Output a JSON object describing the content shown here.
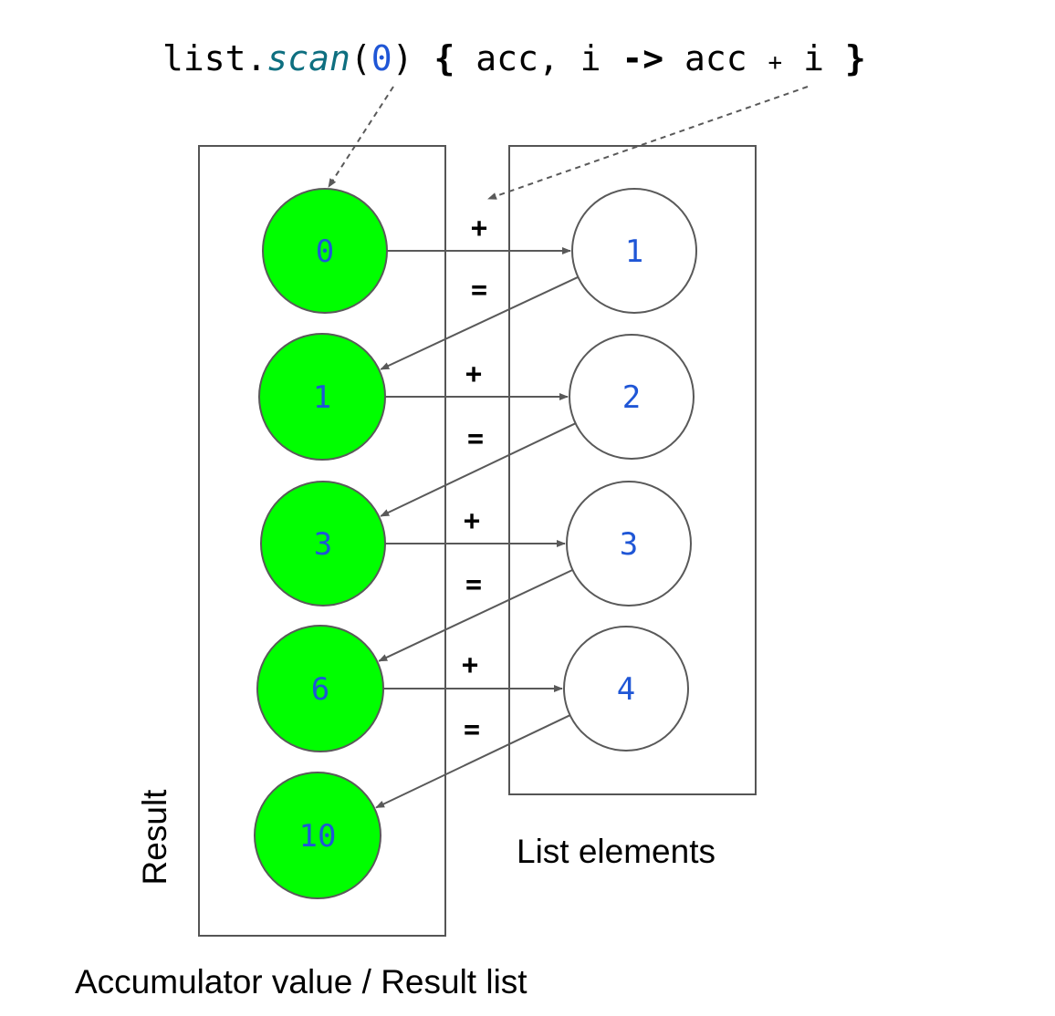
{
  "code": {
    "receiver": "list.",
    "method": "scan",
    "open_paren": "(",
    "initial": "0",
    "close_paren": ") ",
    "brace_open": "{",
    "params": " acc, i ",
    "arrow": "->",
    "body_acc": " acc ",
    "plus": "+",
    "body_i": " i ",
    "brace_close": "}"
  },
  "colors": {
    "accumulator_fill": "#00ff00",
    "element_fill": "#ffffff",
    "node_text": "#1f56d6",
    "method_text": "#0e6f80",
    "stroke": "#595959",
    "box_stroke": "#555555"
  },
  "accumulator": {
    "values": [
      "0",
      "1",
      "3",
      "6",
      "10"
    ],
    "side_label": "Result",
    "caption": "Accumulator value / Result list"
  },
  "elements": {
    "values": [
      "1",
      "2",
      "3",
      "4"
    ],
    "caption": "List elements"
  },
  "operators": {
    "plus": "+",
    "equals": "="
  }
}
